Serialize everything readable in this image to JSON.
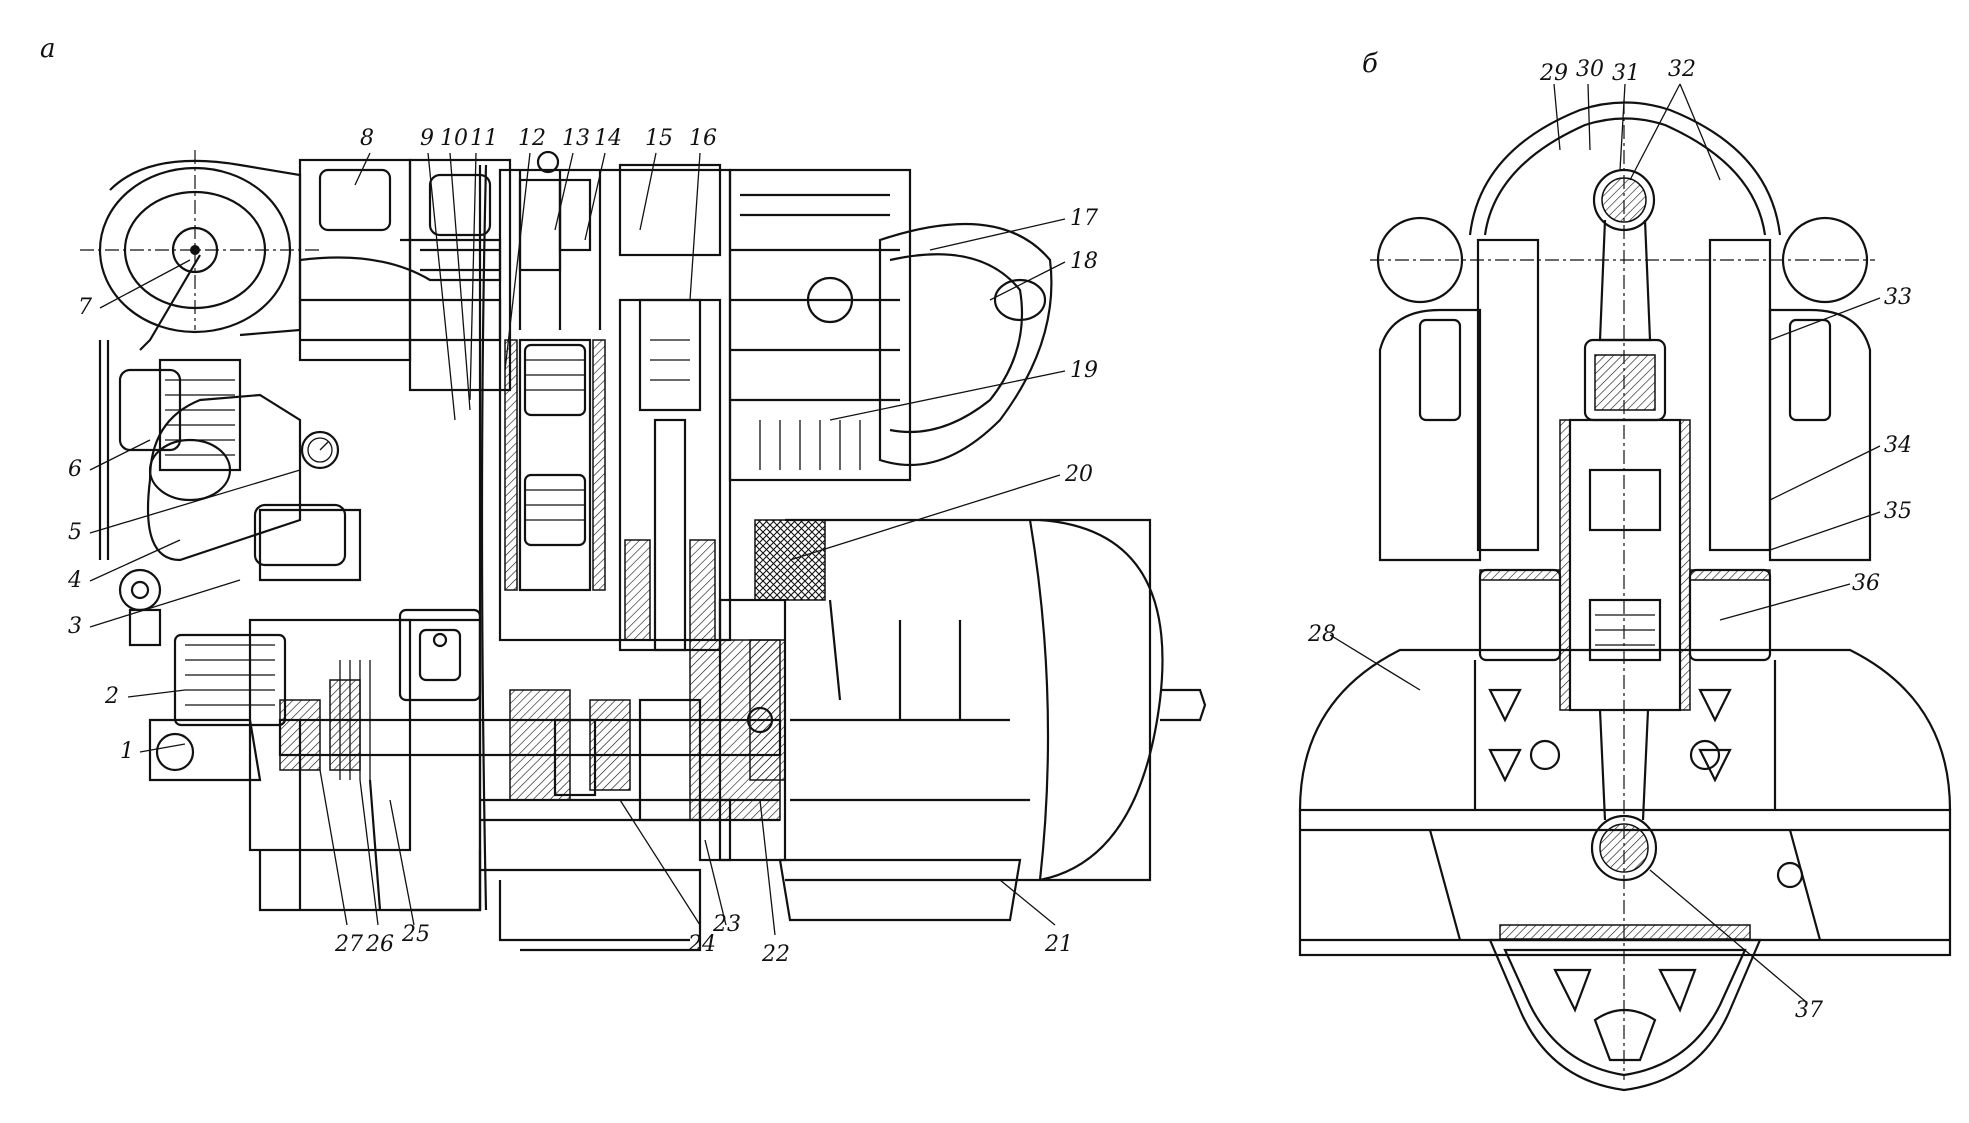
{
  "figure": {
    "panels": [
      {
        "id": "a",
        "label": "а"
      },
      {
        "id": "b",
        "label": "б"
      }
    ],
    "callouts_a": [
      "1",
      "2",
      "3",
      "4",
      "5",
      "6",
      "7",
      "8",
      "9",
      "10",
      "11",
      "12",
      "13",
      "14",
      "15",
      "16",
      "17",
      "18",
      "19",
      "20",
      "21",
      "22",
      "23",
      "24",
      "25",
      "26",
      "27"
    ],
    "callouts_b": [
      "28",
      "29",
      "30",
      "31",
      "32",
      "33",
      "34",
      "35",
      "36",
      "37"
    ]
  }
}
